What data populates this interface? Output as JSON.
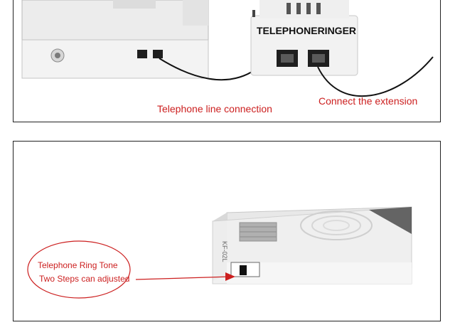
{
  "top_panel": {
    "device_label": "TELEPHONERINGER",
    "caption_line": "Telephone line connection",
    "caption_extension": "Connect the extension"
  },
  "bottom_panel": {
    "side_label": "KF-02L",
    "callout_line1": "Telephone Ring Tone",
    "callout_line2": "Two Steps can adjusted"
  },
  "colors": {
    "caption_red": "#cc1f1f",
    "device_white": "#f1f1f1",
    "panel_border": "#222222"
  }
}
